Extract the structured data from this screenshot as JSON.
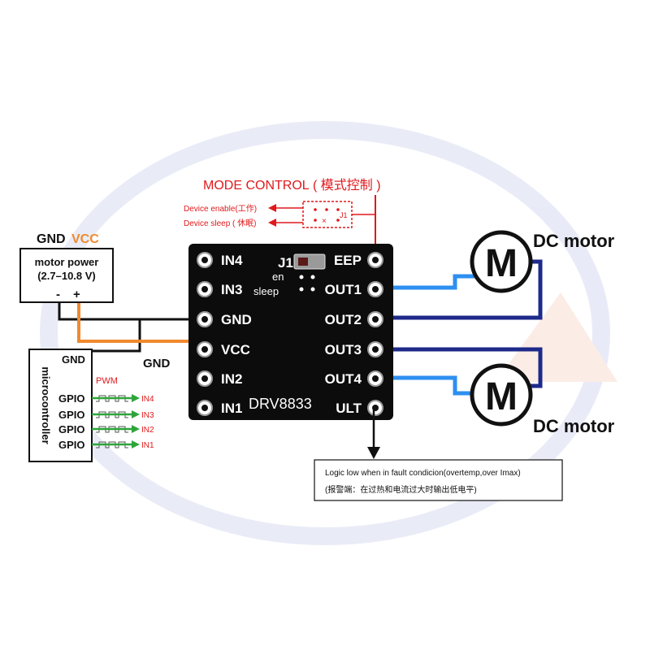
{
  "mode_control": {
    "title": "MODE CONTROL",
    "title_cn": "( 模式控制 )",
    "enable_label": "Device enable(工作)",
    "sleep_label": "Device sleep ( 休眠)",
    "jumper_label": "J1"
  },
  "power": {
    "gnd_label": "GND",
    "vcc_label": "VCC",
    "box_line1": "motor power",
    "box_line2": "(2.7–10.8 V)",
    "minus": "-",
    "plus": "+"
  },
  "microcontroller": {
    "title": "microcontroller",
    "gnd": "GND",
    "pwm": "PWM",
    "gpio": [
      "GPIO",
      "GPIO",
      "GPIO",
      "GPIO"
    ],
    "signals": [
      "IN4",
      "IN3",
      "IN2",
      "IN1"
    ],
    "gnd_wire_label": "GND"
  },
  "board": {
    "name": "DRV8833",
    "left_pins": [
      "IN4",
      "IN3",
      "GND",
      "VCC",
      "IN2",
      "IN1"
    ],
    "right_pins": [
      "EEP",
      "OUT1",
      "OUT2",
      "OUT3",
      "OUT4",
      "ULT"
    ],
    "jumper": "J1",
    "en": "en",
    "sleep": "sleep"
  },
  "motors": [
    {
      "glyph": "M",
      "label": "DC motor"
    },
    {
      "glyph": "M",
      "label": "DC motor"
    }
  ],
  "fault": {
    "line1": "Logic low when in fault condicion(overtemp,over Imax)",
    "line2": "(报警端：在过热和电流过大时输出低电平)"
  },
  "colors": {
    "board": "#0c0c0c",
    "mode_red": "#e0191c",
    "vcc_orange": "#f08a2e",
    "blue_wire": "#2d8ff0",
    "navy_wire": "#1e2a8a",
    "pwm_green": "#2fa43a"
  }
}
